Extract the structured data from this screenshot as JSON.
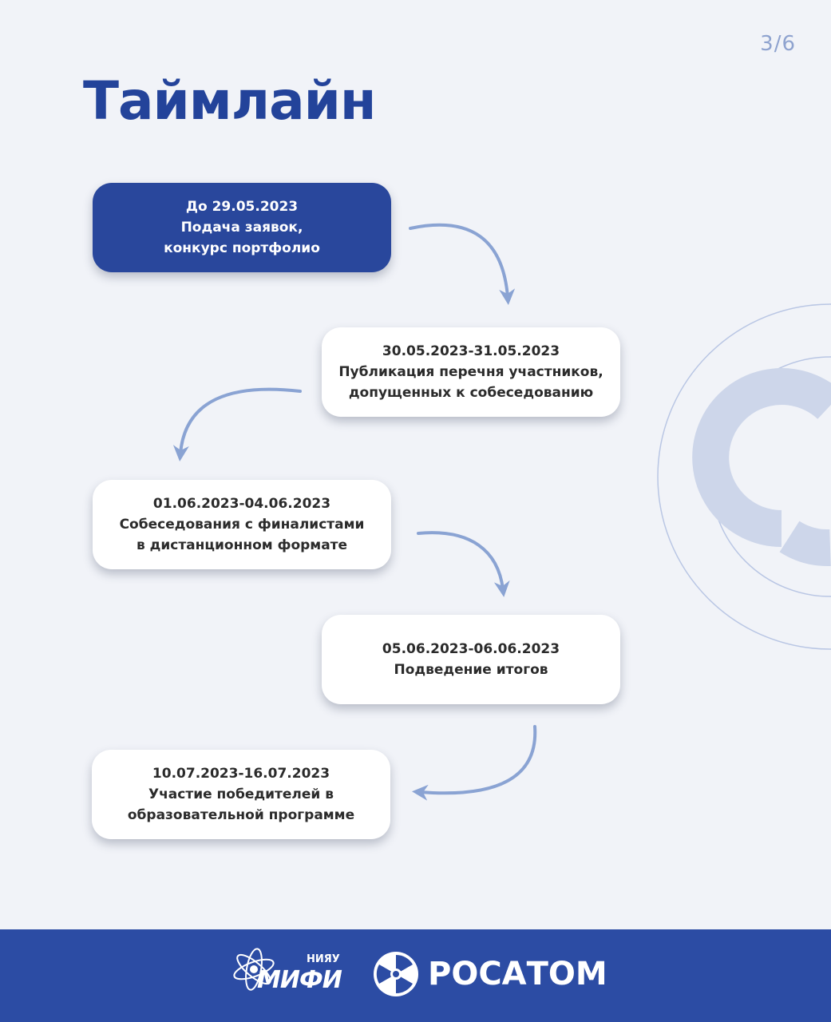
{
  "header": {
    "page_counter": "3/6",
    "title": "Таймлайн"
  },
  "timeline": [
    {
      "date": "До 29.05.2023",
      "line1": "Подача заявок,",
      "line2": "конкурс портфолио"
    },
    {
      "date": "30.05.2023-31.05.2023",
      "line1": "Публикация перечня участников,",
      "line2": "допущенных к собеседованию"
    },
    {
      "date": "01.06.2023-04.06.2023",
      "line1": "Собеседования с финалистами",
      "line2": "в дистанционном формате"
    },
    {
      "date": "05.06.2023-06.06.2023",
      "line1": "Подведение итогов",
      "line2": ""
    },
    {
      "date": "10.07.2023-16.07.2023",
      "line1": "Участие победителей в",
      "line2": "образовательной программе"
    }
  ],
  "footer": {
    "mephi_prefix": "НИЯУ",
    "mephi_name": "МИФИ",
    "rosatom_name": "РОСАТОМ"
  },
  "colors": {
    "brand_blue": "#29479c",
    "footer_blue": "#2c4ca4",
    "arrow": "#8aa3d3",
    "background": "#f1f3f8"
  }
}
